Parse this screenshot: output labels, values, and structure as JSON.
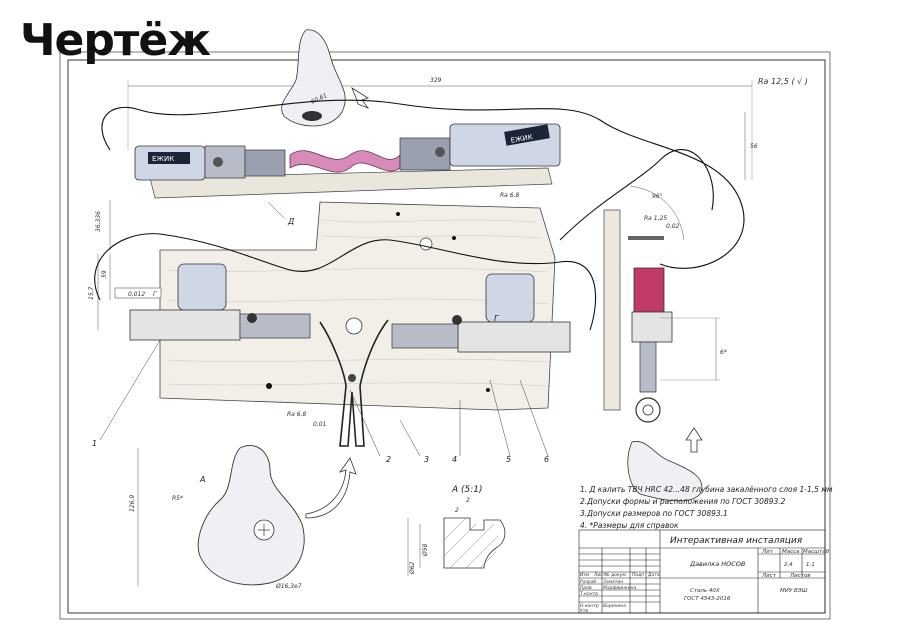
{
  "page": {
    "headline": "Чертёж"
  },
  "roughness": {
    "top_right": "Ra 12,5 ( √ )",
    "top_base": "Ra 6,8",
    "side": "Ra 1,25",
    "gripper": "Ra 6,8",
    "gripper_tol": "0,01"
  },
  "dimensions": {
    "width_329": "329",
    "height_56": "56",
    "angle_60": "60,61",
    "h_36": "36,336",
    "h_59": "59",
    "h_157": "15,7",
    "angle_96": "96°",
    "angle_002": "0,02",
    "h_6": "6*",
    "tol_flat": "0,012",
    "tol_flat_ref": "Г",
    "r5": "R5*",
    "h_1269": "126,9",
    "d_163": "Ø16,3e7",
    "d_58": "Ø58",
    "d_62": "Ø62",
    "detail_2a": "2",
    "detail_2b": "2"
  },
  "labels": {
    "d_letter": "Д",
    "g_letter": "Г",
    "a_letter": "А",
    "section_a": "А (5:1)",
    "robot_brand": "ЕЖИК",
    "callouts": [
      "1",
      "2",
      "3",
      "4",
      "5",
      "6"
    ]
  },
  "notes": [
    "1. Д калить ТВЧ HRC 42...48 глубина закалённого слоя 1-1,5 мм",
    "2.Допуски формы и расположения по ГОСТ 30893.2",
    "3.Допуски размеров по ГОСТ 30893.1",
    "4. *Размеры для справок"
  ],
  "title_block": {
    "title": "Интерактивная инсталяция",
    "name": "Давилка НОСОВ",
    "material_line1": "Сталь 40Х",
    "material_line2": "ГОСТ 4543-2016",
    "org": "МИУ ВЭШ",
    "mass": "2,4",
    "scale": "1:1",
    "col_lit": "Лит",
    "col_mass": "Масса",
    "col_scale": "Масштаб",
    "sheet": "Лист",
    "sheets": "Листов",
    "row_headers": [
      "Изм",
      "Лист",
      "№ докум",
      "Подп",
      "Дата"
    ],
    "roles": [
      "Разраб",
      "Пров",
      "Т.контр",
      "Н.контр",
      "Утв"
    ],
    "people": [
      "Замятин",
      "Марфвинкина",
      "Воронина"
    ]
  }
}
